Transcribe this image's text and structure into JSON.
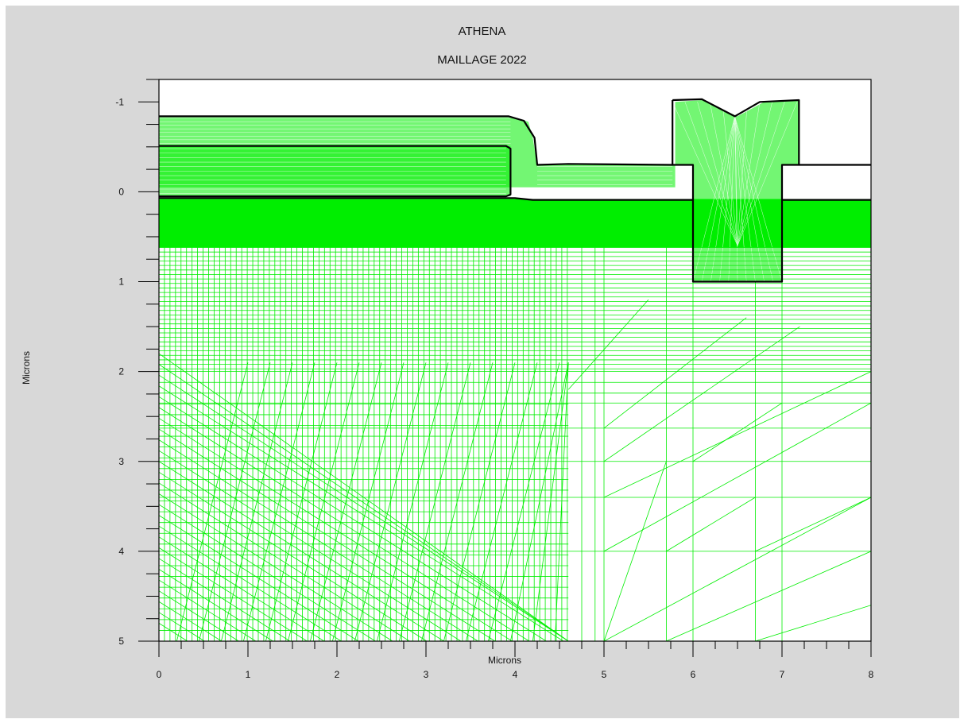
{
  "title": "ATHENA",
  "subtitle": "MAILLAGE 2022",
  "colors": {
    "background": "#d8d8d8",
    "plot_area": "#ffffff",
    "mesh": "#00ee00",
    "boundary": "#000000"
  },
  "chart_data": {
    "type": "mesh",
    "xlabel": "Microns",
    "ylabel": "Microns",
    "xlim": [
      0,
      8
    ],
    "ylim": [
      -1.25,
      5
    ],
    "y_inverted": true,
    "x_ticks": [
      "0",
      "1",
      "2",
      "3",
      "4",
      "5",
      "6",
      "7",
      "8"
    ],
    "y_ticks": [
      "-1",
      "0",
      "1",
      "2",
      "3",
      "4",
      "5"
    ],
    "regions": [
      {
        "name": "oxide",
        "outline": [
          [
            0,
            -0.84
          ],
          [
            3.95,
            -0.84
          ],
          [
            4.15,
            -0.78
          ],
          [
            4.2,
            -0.6
          ],
          [
            4.25,
            -0.3
          ],
          [
            5.8,
            -0.3
          ],
          [
            5.8,
            -0.05
          ],
          [
            0,
            -0.05
          ]
        ]
      },
      {
        "name": "poly",
        "outline": [
          [
            0,
            -0.51
          ],
          [
            3.95,
            -0.51
          ],
          [
            3.95,
            0.05
          ],
          [
            0,
            0.05
          ]
        ]
      },
      {
        "name": "plug",
        "outline": [
          [
            5.8,
            -1.0
          ],
          [
            6.1,
            -1.02
          ],
          [
            6.5,
            -0.84
          ],
          [
            6.8,
            -1.0
          ],
          [
            7.2,
            -1.02
          ],
          [
            7.2,
            -0.3
          ],
          [
            7.0,
            -0.3
          ],
          [
            7.0,
            1.0
          ],
          [
            6.0,
            1.0
          ],
          [
            6.0,
            -0.3
          ],
          [
            5.8,
            -0.3
          ]
        ]
      },
      {
        "name": "substrate",
        "outline": [
          [
            0,
            0.08
          ],
          [
            4.0,
            0.08
          ],
          [
            4.2,
            0.1
          ],
          [
            8,
            0.1
          ],
          [
            8,
            5
          ],
          [
            0,
            5
          ]
        ]
      }
    ],
    "boundary_lines": [
      [
        [
          0,
          -0.84
        ],
        [
          3.93,
          -0.84
        ],
        [
          4.1,
          -0.79
        ],
        [
          4.22,
          -0.6
        ],
        [
          4.25,
          -0.3
        ],
        [
          4.6,
          -0.31
        ],
        [
          5.77,
          -0.3
        ]
      ],
      [
        [
          0,
          -0.51
        ],
        [
          3.9,
          -0.51
        ],
        [
          3.95,
          -0.48
        ],
        [
          3.95,
          0.03
        ],
        [
          3.9,
          0.05
        ],
        [
          0,
          0.05
        ]
      ],
      [
        [
          0,
          0.07
        ],
        [
          4.0,
          0.07
        ],
        [
          4.2,
          0.09
        ],
        [
          6.0,
          0.09
        ]
      ],
      [
        [
          5.77,
          -1.02
        ],
        [
          6.1,
          -1.03
        ],
        [
          6.47,
          -0.84
        ],
        [
          6.75,
          -1.0
        ],
        [
          7.19,
          -1.02
        ],
        [
          7.19,
          -0.3
        ],
        [
          8,
          -0.3
        ]
      ],
      [
        [
          5.77,
          -1.02
        ],
        [
          5.77,
          -0.3
        ],
        [
          6.0,
          -0.3
        ],
        [
          6.0,
          1.0
        ],
        [
          7.0,
          1.0
        ],
        [
          7.0,
          -0.3
        ],
        [
          7.19,
          -0.3
        ]
      ],
      [
        [
          7.0,
          0.09
        ],
        [
          8,
          0.09
        ]
      ]
    ]
  }
}
